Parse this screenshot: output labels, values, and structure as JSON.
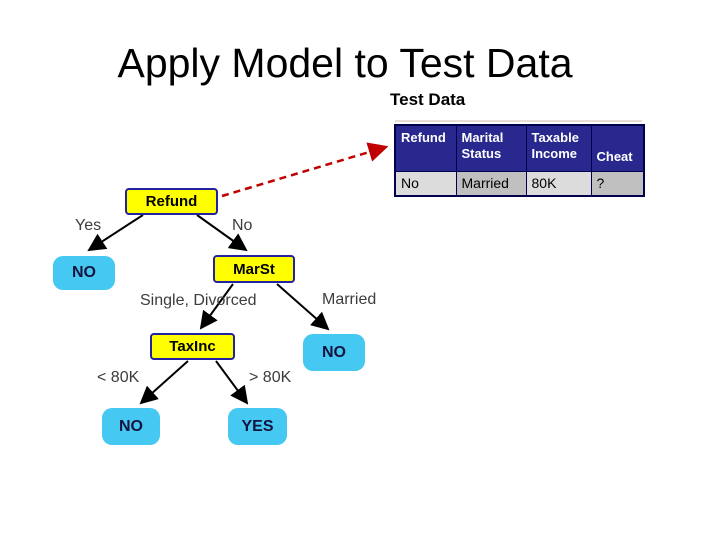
{
  "slide": {
    "title": "Apply Model to Test Data",
    "subtitle": "Test Data"
  },
  "test_table": {
    "headers": [
      "Refund",
      "Marital Status",
      "Taxable Income",
      "Cheat"
    ],
    "row": [
      "No",
      "Married",
      "80K",
      "?"
    ]
  },
  "tree": {
    "nodes": {
      "refund": "Refund",
      "marst": "MarSt",
      "taxinc": "TaxInc"
    },
    "leaves": {
      "refund_yes": "NO",
      "marst_married": "NO",
      "taxinc_low": "NO",
      "taxinc_high": "YES"
    },
    "branches": {
      "refund_yes": "Yes",
      "refund_no": "No",
      "marst_single_divorced": "Single, Divorced",
      "marst_married": "Married",
      "taxinc_low": "< 80K",
      "taxinc_high": "> 80K"
    }
  },
  "colors": {
    "decision_node_fill": "#ffff00",
    "decision_node_border": "#2323a0",
    "leaf_fill": "#45c8f2",
    "leaf_text": "#14143f",
    "table_header_bg": "#28288f",
    "table_border": "#00004d",
    "cell_light": "#dcdcdc",
    "cell_dark": "#c0c0c0",
    "edge_black": "#000000",
    "arrow_red": "#c00000"
  }
}
